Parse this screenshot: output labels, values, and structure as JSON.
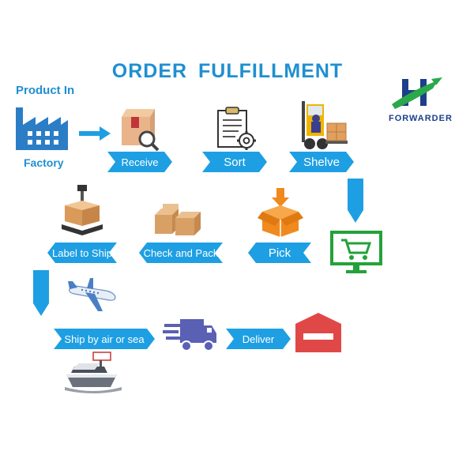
{
  "title": "ORDER  FULFILLMENT",
  "product_in": "Product In",
  "factory": "Factory",
  "logo": {
    "text": "FORWARDER"
  },
  "steps": {
    "receive": "Receive",
    "sort": "Sort",
    "shelve": "Shelve",
    "pick": "Pick",
    "check_and_pack": "Check and Pack",
    "label_to_ship": "Label to Ship",
    "ship_by_air_or_sea": "Ship by air or sea",
    "deliver": "Deliver"
  },
  "colors": {
    "accent": "#1e9fe3",
    "title": "#1f8fd0",
    "cart": "#23a23a",
    "truck": "#5a60b4",
    "warehouse": "#e04848",
    "box": "#e8a560",
    "pick_box": "#f08a1e"
  },
  "icons": [
    "factory-icon",
    "box-magnifier-icon",
    "clipboard-gear-icon",
    "forklift-icon",
    "monitor-cart-icon",
    "open-box-icon",
    "boxes-icon",
    "scale-box-icon",
    "airplane-icon",
    "ship-icon",
    "truck-icon",
    "warehouse-icon",
    "forwarder-logo"
  ]
}
